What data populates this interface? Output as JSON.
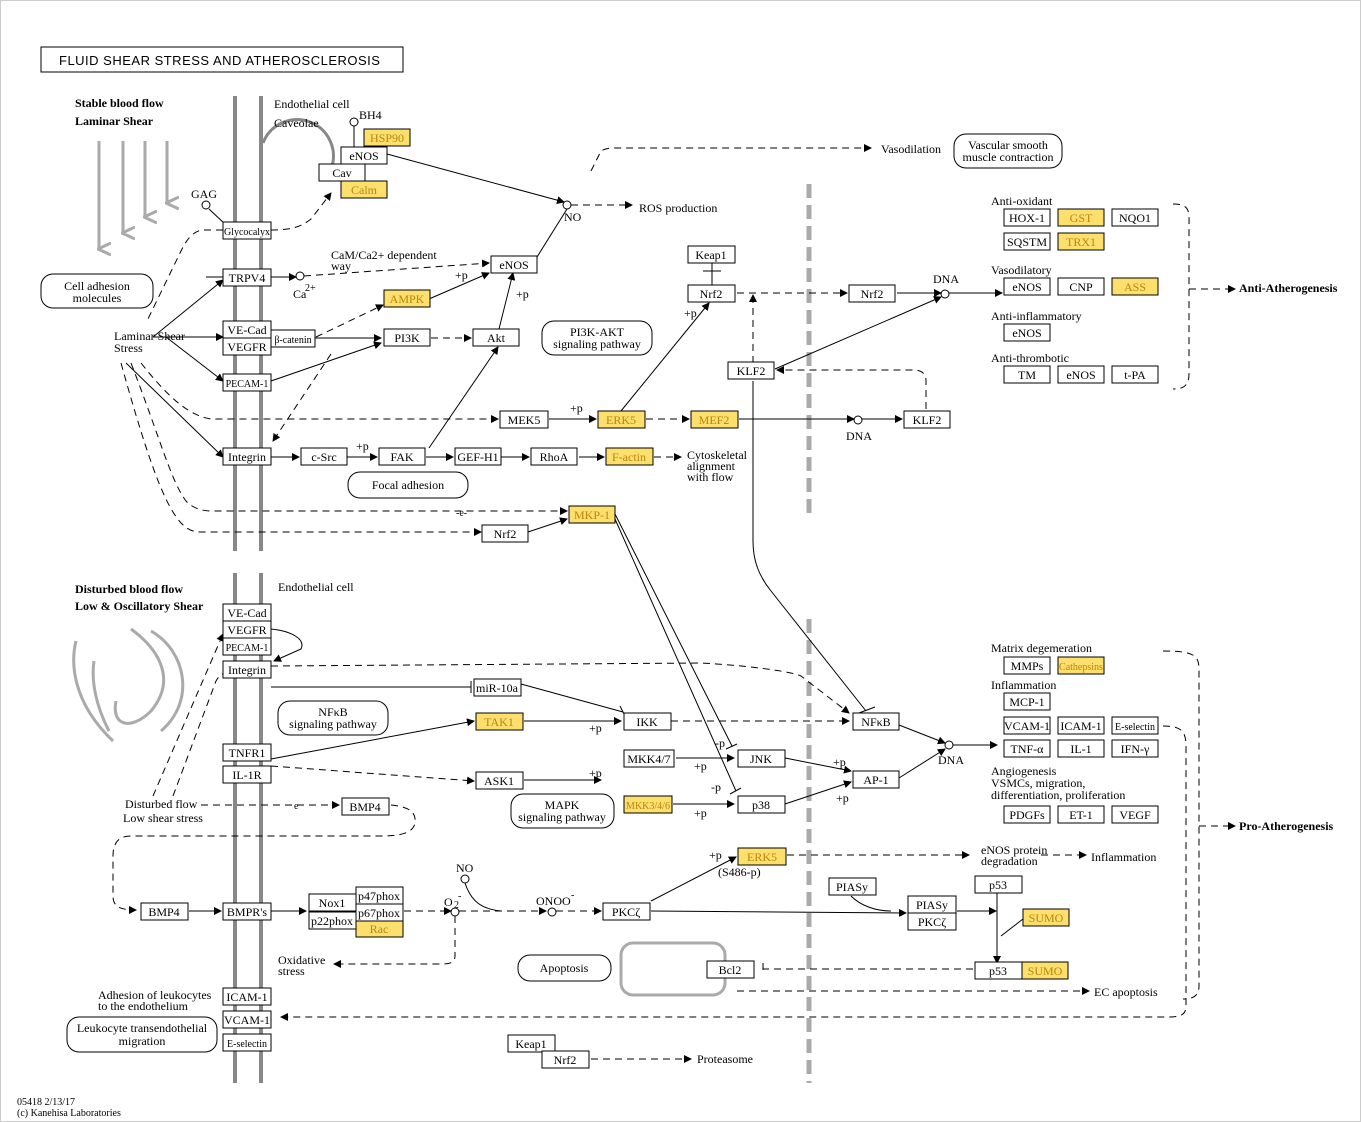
{
  "title": "FLUID SHEAR STRESS AND ATHEROSCLEROSIS",
  "footer": {
    "id_date": "05418 2/13/17",
    "copyright": "(c) Kanehisa Laboratories"
  },
  "labels": {
    "stable_flow": "Stable blood flow",
    "laminar_shear": "Laminar Shear",
    "endothelial_cell_top": "Endothelial cell",
    "caveolae": "Caveolae",
    "bh4": "BH4",
    "gag": "GAG",
    "cam_dependent_1": "CaM/Ca2+ dependent",
    "cam_dependent_2": "way",
    "ca2": "Ca",
    "ca2_sup": "2+",
    "no_top": "NO",
    "ros": "ROS production",
    "vasodilation": "Vasodilation",
    "laminar_stress_1": "Laminar Shear",
    "laminar_stress_2": "Stress",
    "cytoskeletal_1": "Cytoskeletal",
    "cytoskeletal_2": "alignment",
    "cytoskeletal_3": "with flow",
    "dna_mid": "DNA",
    "dna_top": "DNA",
    "e_mid": "-e-",
    "anti_oxidant": "Anti-oxidant",
    "vasodilatory": "Vasodilatory",
    "anti_inflammatory": "Anti-inflammatory",
    "anti_thrombotic": "Anti-thrombotic",
    "anti_atherogenesis": "Anti-Atherogenesis",
    "disturbed_flow": "Disturbed blood flow",
    "low_osc": "Low & Oscillatory Shear",
    "endothelial_cell_bottom": "Endothelial cell",
    "disturbed_flow_small_1": "Disturbed flow",
    "disturbed_flow_small_2": "Low shear stress",
    "e_bot": "e",
    "matrix_deg": "Matrix degemeration",
    "inflammation_head": "Inflammation",
    "angiogenesis_1": "Angiogenesis",
    "angiogenesis_2": "VSMCs, migration,",
    "angiogenesis_3": "differentiation, proliferation",
    "pro_atherogenesis": "Pro-Atherogenesis",
    "dna_bot": "DNA",
    "enos_deg_1": "eNOS protein",
    "enos_deg_2": "degradation",
    "inflammation_out": "Inflammation",
    "s486": "(S486-p)",
    "no_bot": "NO",
    "o2": "O",
    "o2_sup": "2",
    "o2_sup2": "-",
    "onoo": "ONOO",
    "onoo_sup": "-",
    "oxidative_1": "Oxidative",
    "oxidative_2": "stress",
    "adhesion_1": "Adhesion of leukocytes",
    "adhesion_2": "to the endothelium",
    "ec_apoptosis": "EC apoptosis",
    "proteasome": "Proteasome",
    "plus_p": "+p",
    "minus_p": "-p"
  },
  "pathways": {
    "vascular_1": "Vascular smooth",
    "vascular_2": "muscle contraction",
    "cell_adhesion_1": "Cell adhesion",
    "cell_adhesion_2": "molecules",
    "pi3k_1": "PI3K-AKT",
    "pi3k_2": "signaling pathway",
    "focal": "Focal adhesion",
    "nfkb_1": "NFκB",
    "nfkb_2": "signaling pathway",
    "mapk_1": "MAPK",
    "mapk_2": "signaling pathway",
    "apoptosis": "Apoptosis",
    "leuko_1": "Leukocyte transendothelial",
    "leuko_2": "migration"
  },
  "genes": {
    "hsp90": "HSP90",
    "enos_mem": "eNOS",
    "cav": "Cav",
    "calm": "Calm",
    "glycocalyx": "Glycocalyx",
    "trpv4": "TRPV4",
    "vecad": "VE-Cad",
    "vegfr": "VEGFR",
    "bcatenin": "β-catenin",
    "pecam": "PECAM-1",
    "integrin": "Integrin",
    "enos_mid": "eNOS",
    "ampk": "AMPK",
    "pi3k": "PI3K",
    "akt": "Akt",
    "csrc": "c-Src",
    "fak": "FAK",
    "gefh1": "GEF-H1",
    "rhoa": "RhoA",
    "factin": "F-actin",
    "mek5": "MEK5",
    "erk5": "ERK5",
    "mef2": "MEF2",
    "klf2_a": "KLF2",
    "klf2_b": "KLF2",
    "keap1": "Keap1",
    "nrf2_a": "Nrf2",
    "nrf2_b": "Nrf2",
    "mkp1": "MKP-1",
    "nrf2_c": "Nrf2",
    "hox1": "HOX-1",
    "gst": "GST",
    "nqo1": "NQO1",
    "sqstm": "SQSTM",
    "trx1": "TRX1",
    "enos_r1": "eNOS",
    "cnp": "CNP",
    "ass": "ASS",
    "enos_r2": "eNOS",
    "tm": "TM",
    "enos_r3": "eNOS",
    "tpa": "t-PA",
    "vecad2": "VE-Cad",
    "vegfr2": "VEGFR",
    "pecam2": "PECAM-1",
    "integrin2": "Integrin",
    "mir10a": "miR-10a",
    "tak1": "TAK1",
    "ikk": "IKK",
    "nfkb": "NFκB",
    "tnfr1": "TNFR1",
    "il1r": "IL-1R",
    "ask1": "ASK1",
    "mkk47": "MKK4/7",
    "jnk": "JNK",
    "mkk346": "MKK3/4/6",
    "p38": "p38",
    "ap1": "AP-1",
    "bmp4_a": "BMP4",
    "bmp4_b": "BMP4",
    "bmprs": "BMPR's",
    "nox1": "Nox1",
    "p47phox": "p47phox",
    "p22phox": "p22phox",
    "p67phox": "p67phox",
    "rac": "Rac",
    "pkcz": "PKCζ",
    "erk5_b": "ERK5",
    "piasy": "PIASy",
    "piasy2": "PIASy",
    "pkcz2": "PKCζ",
    "p53": "p53",
    "sumo": "SUMO",
    "p53b": "p53",
    "sumo2": "SUMO",
    "bcl2": "Bcl2",
    "icam1": "ICAM-1",
    "vcam1": "VCAM-1",
    "eselectin": "E-selectin",
    "keap1b": "Keap1",
    "nrf2_d": "Nrf2",
    "mmps": "MMPs",
    "cathepsins": "Cathepsins",
    "mcp1": "MCP-1",
    "vcam1r": "VCAM-1",
    "icam1r": "ICAM-1",
    "eselr": "E-selectin",
    "tnfa": "TNF-α",
    "il1": "IL-1",
    "ifng": "IFN-γ",
    "pdgfs": "PDGFs",
    "et1": "ET-1",
    "vegf": "VEGF"
  },
  "colors": {
    "highlight": "#fddf6e",
    "wall": "#888888",
    "gray_arrows": "#aaaaaa"
  }
}
